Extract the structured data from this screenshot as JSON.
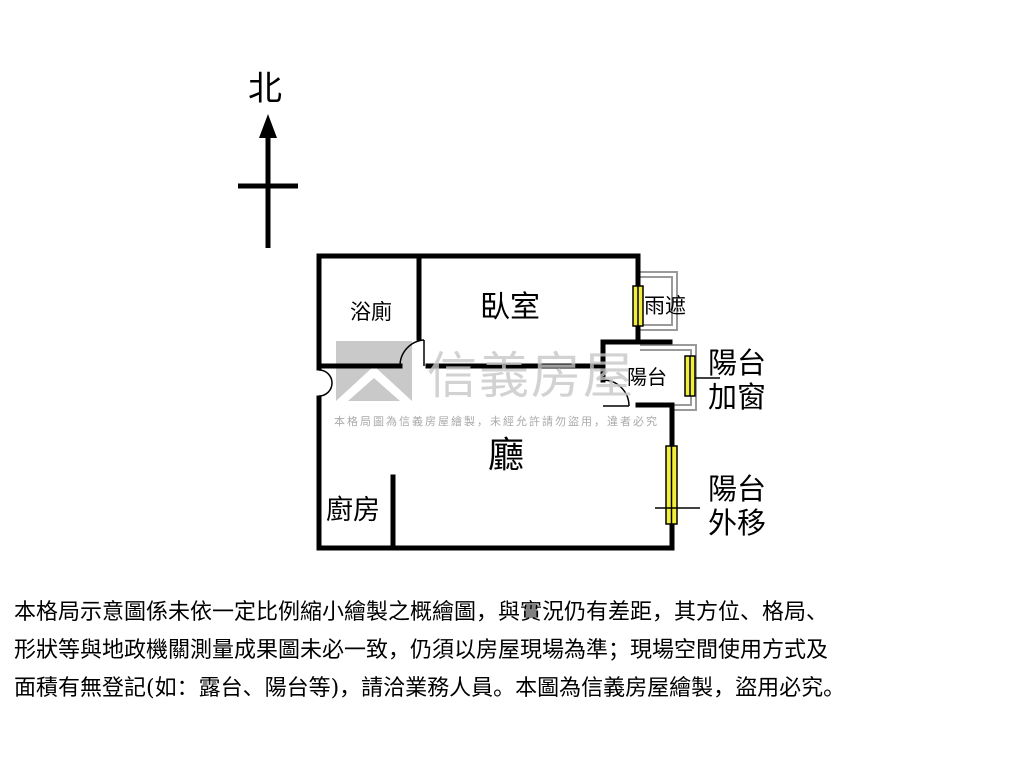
{
  "compass": {
    "north_label": "北"
  },
  "rooms": {
    "bathroom": "浴廁",
    "bedroom": "臥室",
    "rain_canopy": "雨遮",
    "balcony": "陽台",
    "living_room": "廳",
    "kitchen": "廚房"
  },
  "annotations": {
    "balcony_window": [
      "陽台",
      "加窗"
    ],
    "balcony_moved_out": [
      "陽台",
      "外移"
    ]
  },
  "watermark": {
    "brand": "信義房屋",
    "notice": "本格局圖為信義房屋繪製，未經允許請勿盜用，違者必究"
  },
  "disclaimer": [
    "本格局示意圖係未依一定比例縮小繪製之概繪圖，與實況仍有差距，其方位、格局、",
    "形狀等與地政機關測量成果圖未必一致，仍須以房屋現場為準；現場空間使用方式及",
    "面積有無登記(如：露台、陽台等)，請洽業務人員。本圖為信義房屋繪製，盜用必究。"
  ],
  "colors": {
    "wall": "#000000",
    "window_fill": "#f2ee3c",
    "watermark": "#c7c7c7",
    "canopy_outline": "#9a9a9a"
  },
  "icons": {
    "compass": "north-arrow-icon",
    "watermark_logo": "house-roof-logo-icon"
  }
}
